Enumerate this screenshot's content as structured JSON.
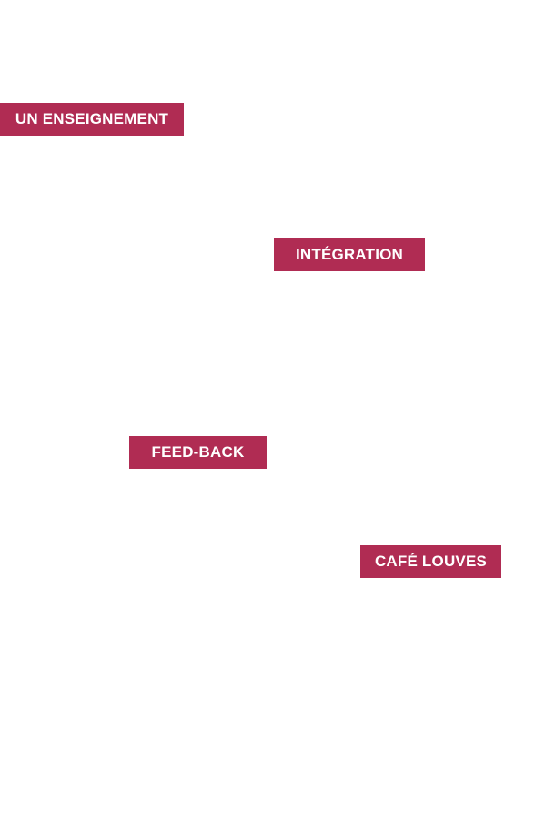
{
  "theme": {
    "accent": "#b02c53",
    "background": "#ffffff",
    "text_on_accent": "#ffffff"
  },
  "tags": {
    "enseignement": "UN ENSEIGNEMENT",
    "integration": "INTÉGRATION",
    "feedback": "FEED-BACK",
    "cafe_louves": "CAFÉ LOUVES"
  }
}
